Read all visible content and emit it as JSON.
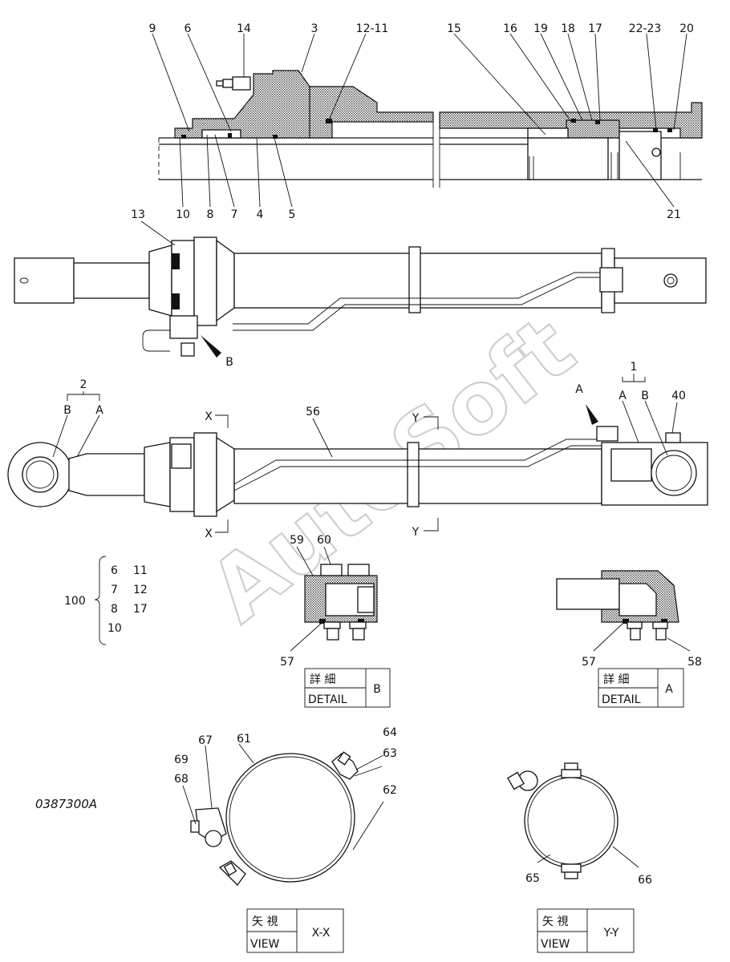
{
  "drawing_code": "0387300A",
  "watermark": "AutoSoft",
  "section_labels": {
    "top_row": [
      "9",
      "6",
      "14",
      "3",
      "12-11",
      "15",
      "16",
      "19",
      "18",
      "17",
      "22-23",
      "20"
    ],
    "bottom_row": [
      "10",
      "8",
      "7",
      "4",
      "5"
    ],
    "right_side": "21"
  },
  "side_view": {
    "part_13": "13",
    "arrow_b": "B"
  },
  "front_view": {
    "part_2": "2",
    "part_2_b": "B",
    "part_2_a": "A",
    "part_1": "1",
    "part_1_a": "A",
    "part_1_b": "B",
    "part_40": "40",
    "part_56": "56",
    "arrow_a": "A",
    "section_x_top": "X",
    "section_x_bot": "X",
    "section_y_top": "Y",
    "section_y_bot": "Y"
  },
  "kit": {
    "number": "100",
    "parts": [
      [
        "6",
        "11"
      ],
      [
        "7",
        "12"
      ],
      [
        "8",
        "17"
      ],
      [
        "10",
        ""
      ]
    ]
  },
  "detail_b": {
    "parts": [
      "59",
      "60",
      "57"
    ],
    "jp": "詳 細",
    "en": "DETAIL",
    "letter": "B"
  },
  "detail_a": {
    "parts": [
      "57",
      "58"
    ],
    "jp": "詳 細",
    "en": "DETAIL",
    "letter": "A"
  },
  "view_xx": {
    "parts": [
      "67",
      "61",
      "64",
      "63",
      "69",
      "68",
      "62"
    ],
    "jp": "矢 視",
    "en": "VIEW",
    "letter": "X-X"
  },
  "view_yy": {
    "parts": [
      "65",
      "66"
    ],
    "jp": "矢 視",
    "en": "VIEW",
    "letter": "Y-Y"
  }
}
